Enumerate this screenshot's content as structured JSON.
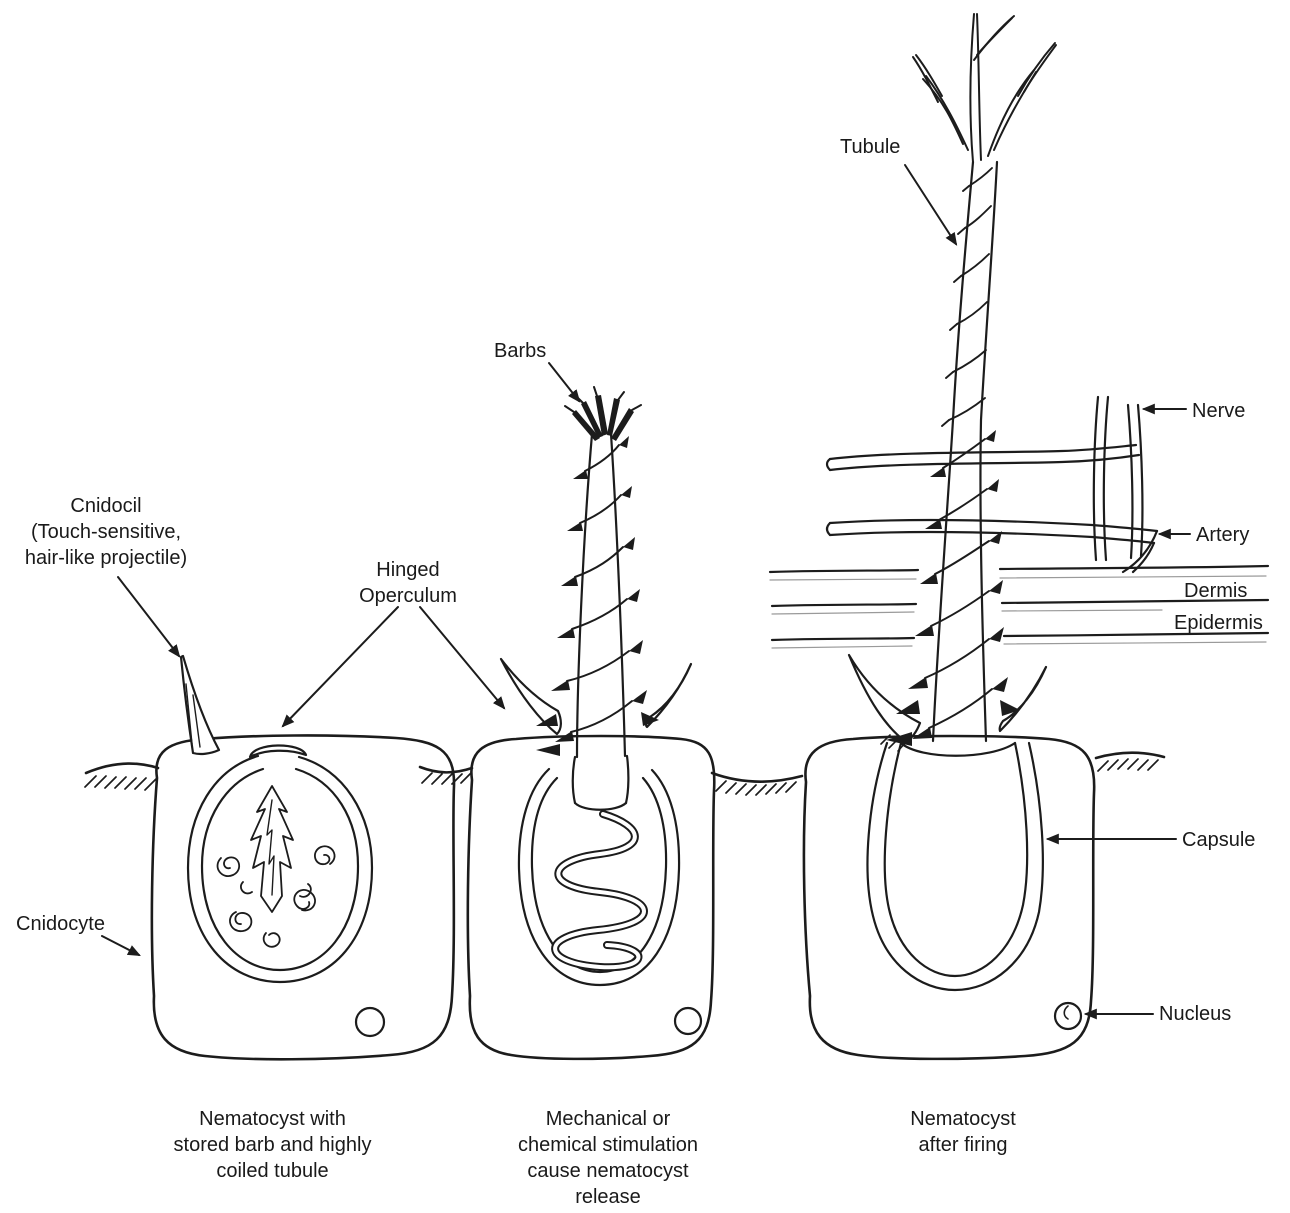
{
  "figure": {
    "labels": {
      "tubule": "Tubule",
      "barbs": "Barbs",
      "nerve": "Nerve",
      "artery": "Artery",
      "dermis": "Dermis",
      "epidermis": "Epidermis",
      "cnidocil": "Cnidocil\n(Touch-sensitive,\nhair-like projectile)",
      "hinged_operculum": "Hinged\nOperculum",
      "cnidocyte": "Cnidocyte",
      "capsule": "Capsule",
      "nucleus": "Nucleus"
    },
    "captions": {
      "stage1": "Nematocyst with\nstored barb and highly\ncoiled tubule",
      "stage2": "Mechanical or\nchemical stimulation\ncause nematocyst\nrelease",
      "stage3": "Nematocyst\nafter firing"
    },
    "colors": {
      "ink": "#1c1c1c",
      "background": "#ffffff"
    }
  }
}
